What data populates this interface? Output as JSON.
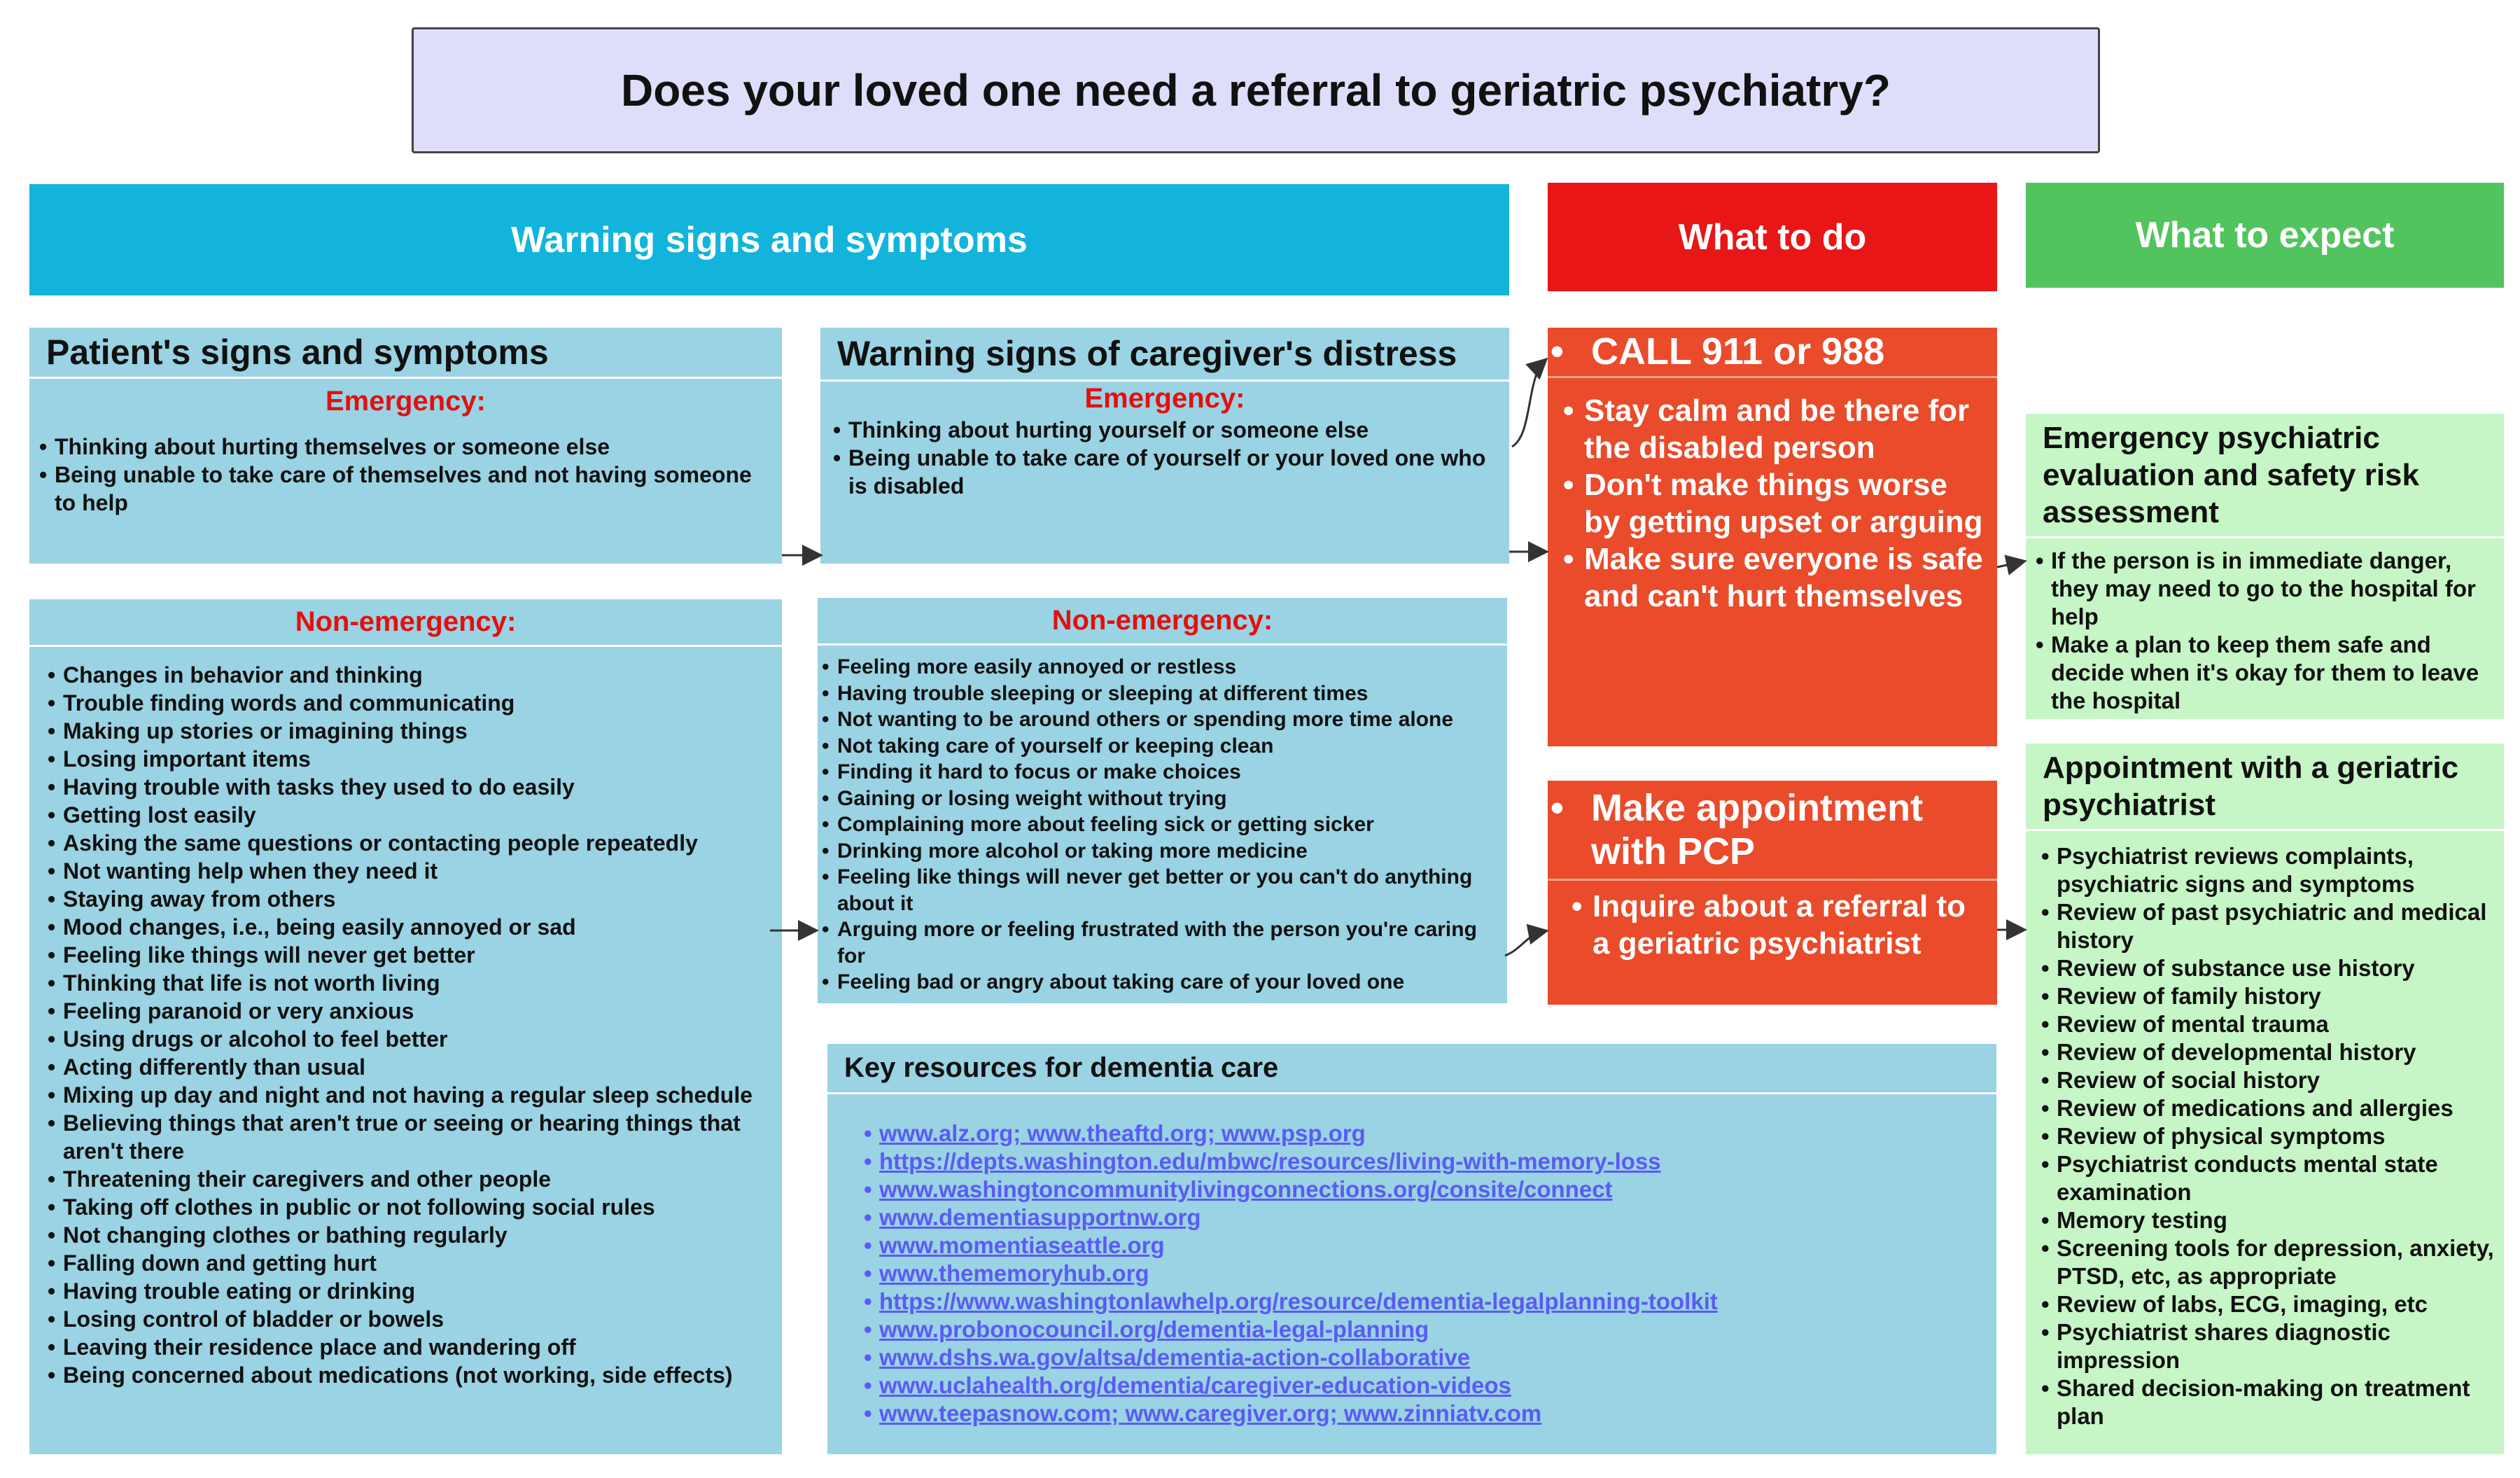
{
  "title": "Does your loved one need a referral to geriatric psychiatry?",
  "headers": {
    "warning": "Warning signs and symptoms",
    "todo": "What to do",
    "expect": "What to expect"
  },
  "colors": {
    "warning": "#12b4dc",
    "todo": "#e81616",
    "expect": "#52c45e",
    "box": "#9ad3e3",
    "orange": "#e94b2b",
    "green": "#c6f5c6",
    "alert": "#e31010",
    "link": "#5b5bf5"
  },
  "patient": {
    "title": "Patient's signs and symptoms",
    "emergency_label": "Emergency:",
    "emergency": [
      "Thinking about hurting  themselves or someone else",
      "Being unable to take care of themselves and not having someone to help"
    ],
    "nonemergency_label": "Non-emergency:",
    "nonemergency": [
      "Changes in behavior and thinking",
      "Trouble finding words and communicating",
      "Making up stories or imagining things",
      "Losing important items",
      "Having trouble with tasks they used to do easily",
      "Getting lost easily",
      "Asking the same questions or contacting people repeatedly",
      "Not wanting help when they need it",
      "Staying away from others",
      "Mood changes, i.e., being easily annoyed or sad",
      "Feeling like things will never get better",
      "Thinking that life is not worth living",
      "Feeling paranoid or very anxious",
      "Using drugs or alcohol to feel better",
      "Acting differently than usual",
      "Mixing up day and night and not having a regular sleep schedule",
      "Believing things that aren't true or seeing or hearing things that aren't there",
      "Threatening their caregivers and other people",
      "Taking off clothes in public or not following social rules",
      "Not changing clothes or bathing regularly",
      "Falling down and getting hurt",
      "Having trouble eating or drinking",
      "Losing control of bladder or bowels",
      "Leaving  their residence place and wandering off",
      "Being concerned about medications (not working, side effects)"
    ]
  },
  "caregiver": {
    "title": "Warning signs of caregiver's distress",
    "emergency_label": "Emergency:",
    "emergency": [
      "Thinking about hurting yourself or someone else",
      "Being unable to take care of yourself or your loved one who is disabled"
    ],
    "nonemergency_label": "Non-emergency:",
    "nonemergency": [
      "Feeling more easily annoyed or restless",
      "Having trouble sleeping or sleeping at different times",
      "Not wanting to be around others or spending more time alone",
      "Not taking care of yourself or keeping clean",
      "Finding it hard to focus or make choices",
      "Gaining or losing weight without trying",
      "Complaining more about feeling sick or getting sicker",
      "Drinking more alcohol or taking more medicine",
      "Feeling like things will never get better or you can't do anything about it",
      "Arguing more or feeling frustrated with the person you're caring for",
      "Feeling bad or angry about taking care of your loved one"
    ]
  },
  "resources": {
    "title": "Key resources for dementia care",
    "links": [
      "www.alz.org; www.theaftd.org; www.psp.org",
      "https://depts.washington.edu/mbwc/resources/living-with-memory-loss",
      "www.washingtoncommunitylivingconnections.org/consite/connect",
      "www.dementiasupportnw.org",
      "www.momentiaseattle.org",
      "www.thememoryhub.org",
      "https://www.washingtonlawhelp.org/resource/dementia-legalplanning-toolkit",
      "www.probonocouncil.org/dementia-legal-planning",
      "www.dshs.wa.gov/altsa/dementia-action-collaborative",
      "www.uclahealth.org/dementia/caregiver-education-videos",
      "www.teepasnow.com; www.caregiver.org; www.zinniatv.com"
    ]
  },
  "call": {
    "title": "CALL 911 or 988",
    "items": [
      "Stay calm and be there for the disabled person",
      "Don't make things worse by getting upset or arguing",
      "Make sure everyone is safe and can't hurt themselves"
    ]
  },
  "pcp": {
    "title": "Make appointment with PCP",
    "items": [
      "Inquire about a referral to a geriatric psychiatrist"
    ]
  },
  "eval": {
    "title": "Emergency psychiatric evaluation and safety risk assessment",
    "items": [
      "If the person is in immediate danger, they may need to go to the hospital for help",
      "Make a plan to keep them safe and decide when it's okay for them to leave the hospital"
    ]
  },
  "appt": {
    "title": "Appointment with a geriatric psychiatrist",
    "items": [
      "Psychiatrist reviews complaints, psychiatric signs and symptoms",
      "Review of past psychiatric and medical history",
      "Review of substance use history",
      "Review of family history",
      "Review of mental trauma",
      "Review of developmental history",
      "Review of social history",
      "Review of medications and allergies",
      "Review of physical symptoms",
      "Psychiatrist conducts mental state examination",
      "Memory testing",
      "Screening tools for depression, anxiety, PTSD, etc, as appropriate",
      "Review of labs, ECG, imaging, etc",
      "Psychiatrist shares diagnostic impression",
      "Shared decision-making on treatment plan"
    ]
  }
}
